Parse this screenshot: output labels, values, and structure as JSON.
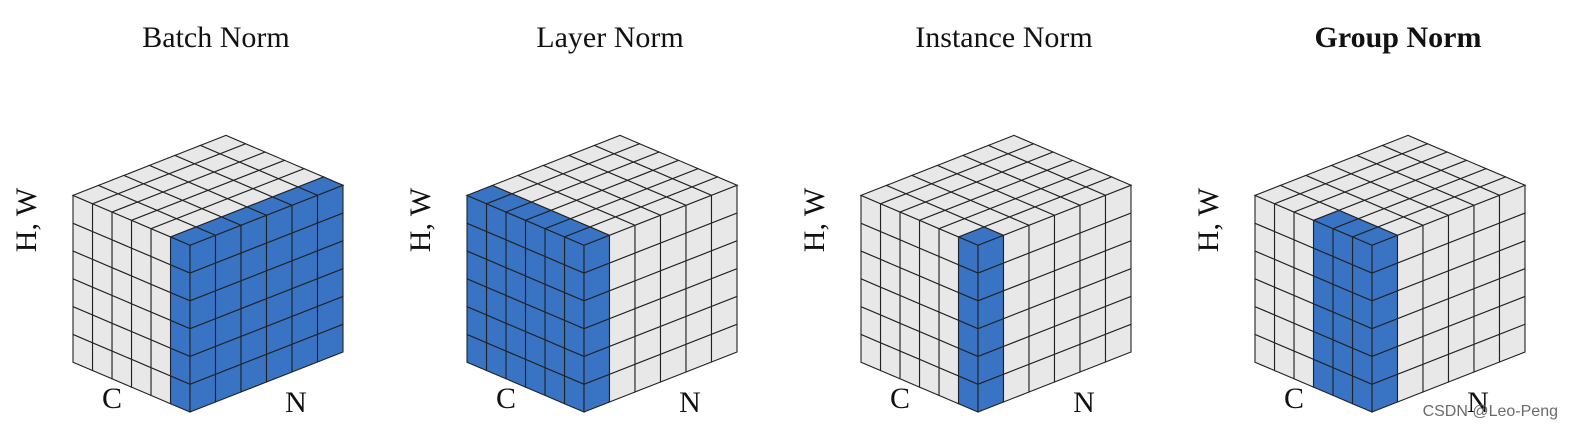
{
  "panels": [
    {
      "title": "Batch Norm",
      "bold": false,
      "hw_label": "H, W",
      "c_label": "C",
      "n_label": "N",
      "highlight": "batch"
    },
    {
      "title": "Layer Norm",
      "bold": false,
      "hw_label": "H, W",
      "c_label": "C",
      "n_label": "N",
      "highlight": "layer"
    },
    {
      "title": "Instance Norm",
      "bold": false,
      "hw_label": "H, W",
      "c_label": "C",
      "n_label": "N",
      "highlight": "instance"
    },
    {
      "title": "Group Norm",
      "bold": true,
      "hw_label": "H, W",
      "c_label": "C",
      "n_label": "N",
      "highlight": "group"
    }
  ],
  "grid": {
    "cells_per_axis": 6
  },
  "colors": {
    "highlight": "#3873c4",
    "base": "#e8e8e8",
    "stroke": "#222222"
  },
  "watermark": "CSDN @Leo-Peng"
}
